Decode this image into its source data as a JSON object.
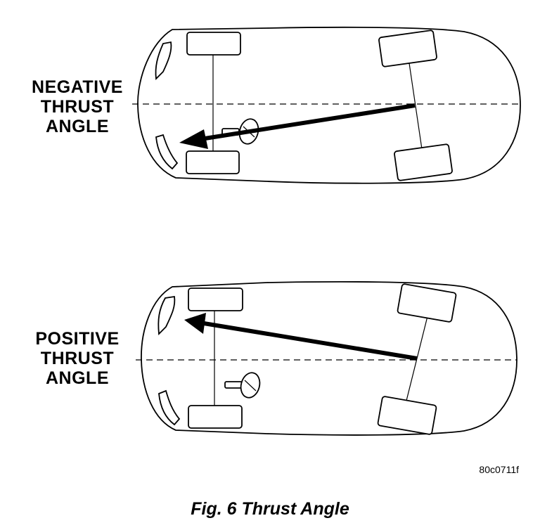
{
  "diagram": {
    "negative": {
      "label_lines": [
        "NEGATIVE",
        "THRUST",
        "ANGLE"
      ]
    },
    "positive": {
      "label_lines": [
        "POSITIVE",
        "THRUST",
        "ANGLE"
      ]
    },
    "figure_code": "80c0711f",
    "caption": "Fig. 6 Thrust Angle"
  }
}
